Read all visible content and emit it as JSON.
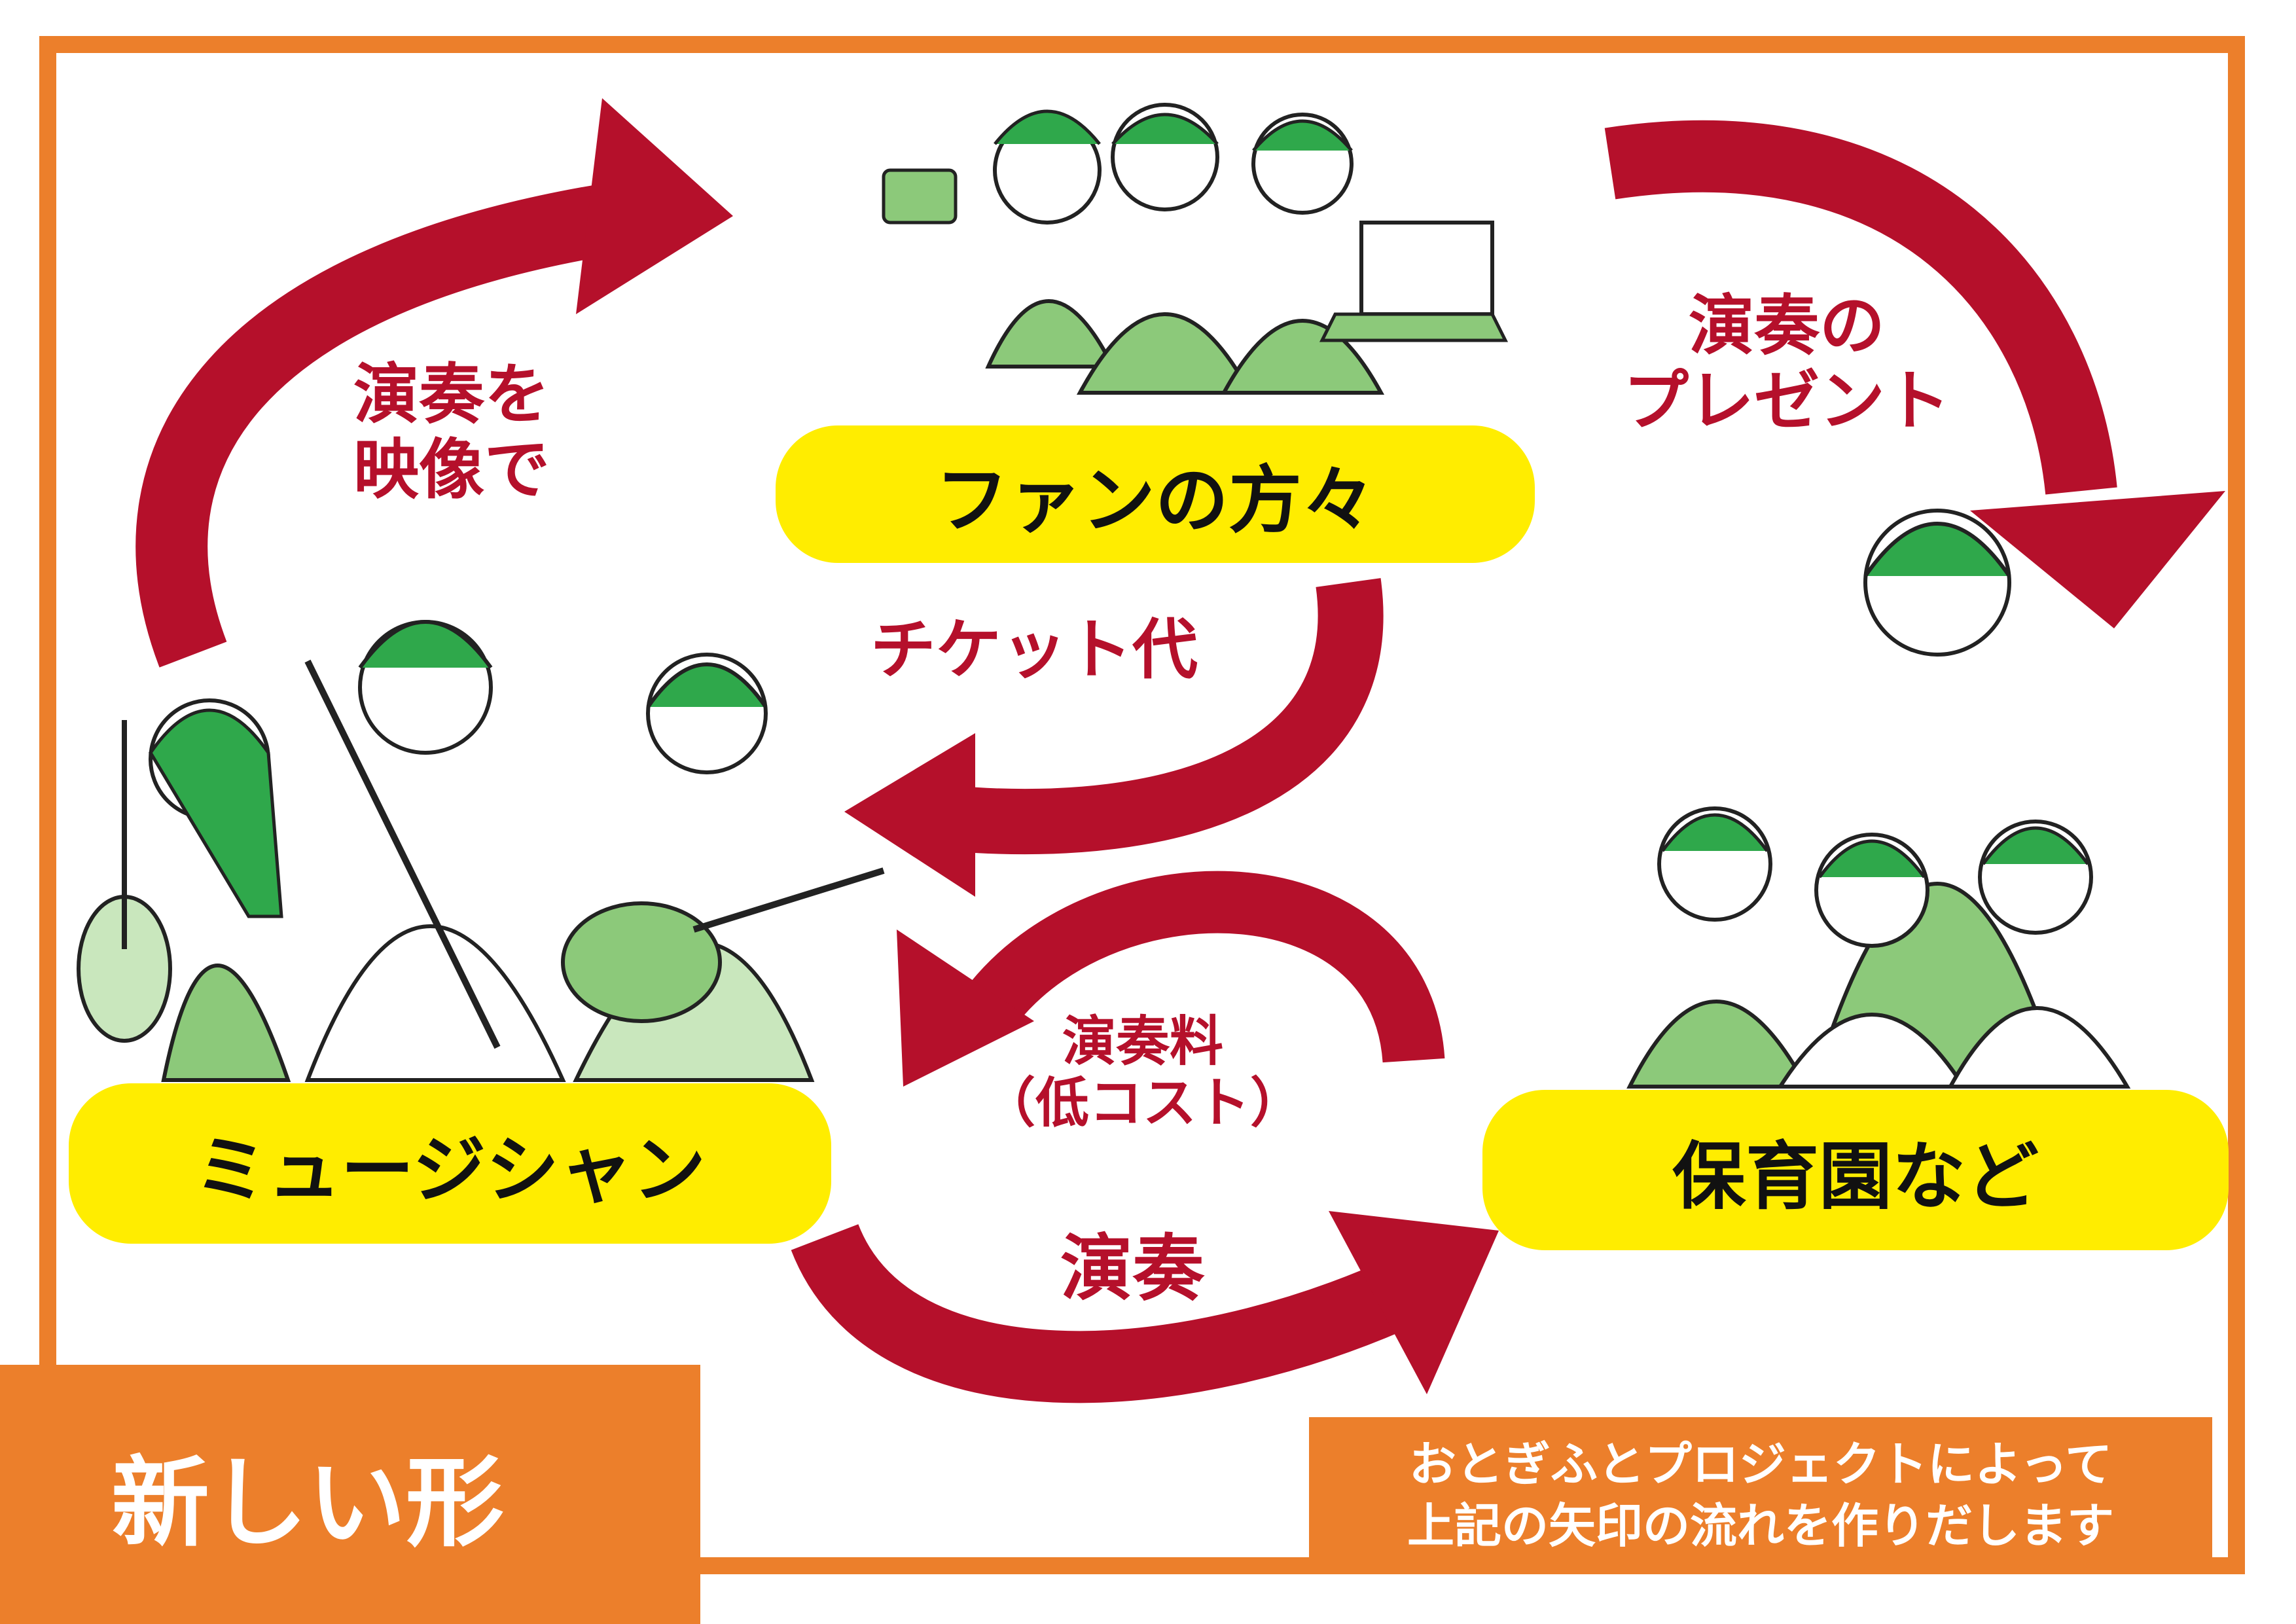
{
  "nodes": {
    "fans": "ファンの方々",
    "musicians": "ミュージシャン",
    "nursery": "保育園など"
  },
  "flows": {
    "video_line1": "演奏を",
    "video_line2": "映像で",
    "present_line1": "演奏の",
    "present_line2": "プレゼント",
    "ticket": "チケット代",
    "fee_line1": "演奏料",
    "fee_line2": "（低コスト）",
    "performance": "演奏"
  },
  "badge": {
    "title": "新しい形"
  },
  "note": {
    "line1": "おとぎふとプロジェクトによって",
    "line2": "上記の矢印の流れを作りだします"
  },
  "colors": {
    "frame": "#ec7f2b",
    "arrow": "#b5102b",
    "pill": "#ffed00",
    "figure_fill": "#8cc97a",
    "figure_accent": "#2fa84b"
  },
  "icons": [
    "people-group-icon",
    "musicians-group-icon",
    "caregiver-children-icon"
  ]
}
